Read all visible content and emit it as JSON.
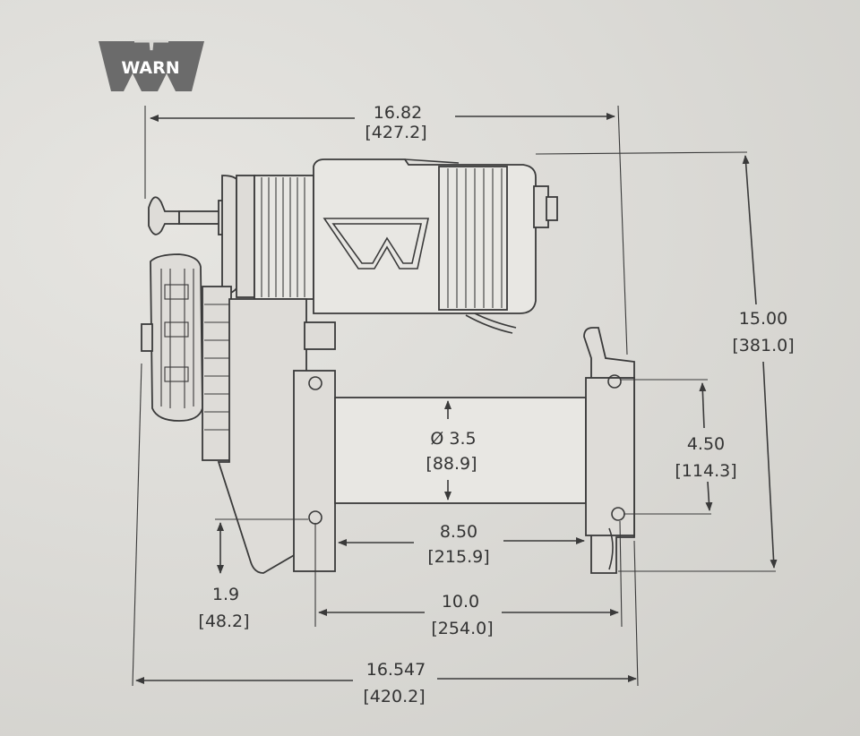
{
  "logo": {
    "text": "WARN",
    "color": "#6b6b6b"
  },
  "dimensions": {
    "overall_length_top": {
      "value": "16.82",
      "metric": "[427.2]"
    },
    "overall_height": {
      "value": "15.00",
      "metric": "[381.0]"
    },
    "drum_diameter": {
      "value": "Ø 3.5",
      "metric": "[88.9]"
    },
    "mount_bolt_height": {
      "value": "4.50",
      "metric": "[114.3]"
    },
    "drum_length": {
      "value": "8.50",
      "metric": "[215.9]"
    },
    "foot_height": {
      "value": "1.9",
      "metric": "[48.2]"
    },
    "mount_bolt_spacing": {
      "value": "10.0",
      "metric": "[254.0]"
    },
    "overall_length_bottom": {
      "value": "16.547",
      "metric": "[420.2]"
    }
  },
  "colors": {
    "line": "#3a3a3a",
    "paper": "#dcdbd7"
  }
}
